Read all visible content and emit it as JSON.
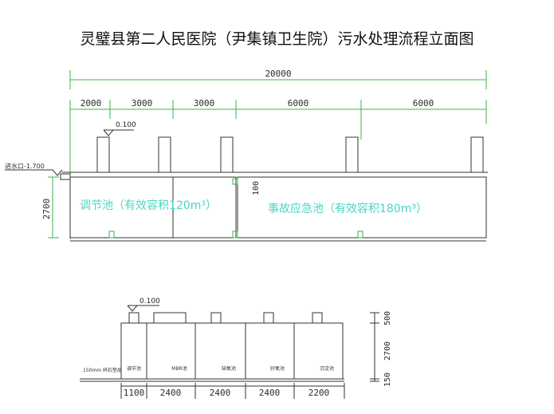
{
  "title": "灵璧县第二人民医院（尹集镇卫生院）污水处理流程立面图",
  "upper": {
    "total_width": "20000",
    "segments": [
      "2000",
      "3000",
      "3000",
      "6000",
      "6000"
    ],
    "elevation_marker": "0.100",
    "inlet_label": "进水口-1.700",
    "height_dim": "2700",
    "inner_dim": "100",
    "tank1_label": "调节池（有效容积120m³）",
    "tank2_label": "事故应急池（有效容积180m³）"
  },
  "lower": {
    "elevation_marker": "0.100",
    "left_note": "150mm 碎石垫层",
    "compartments": [
      "调节池",
      "MBR池",
      "缺氧池",
      "好氧池",
      "沉淀池"
    ],
    "bottom_dims": [
      "1100",
      "2400",
      "2400",
      "2400",
      "2200"
    ],
    "right_dims": [
      "500",
      "2700",
      "150"
    ]
  },
  "colors": {
    "line": "#333333",
    "tank_outline": "#3a3a3a",
    "pipe_green": "#39b54a",
    "label_cyan": "#49d6c4"
  }
}
